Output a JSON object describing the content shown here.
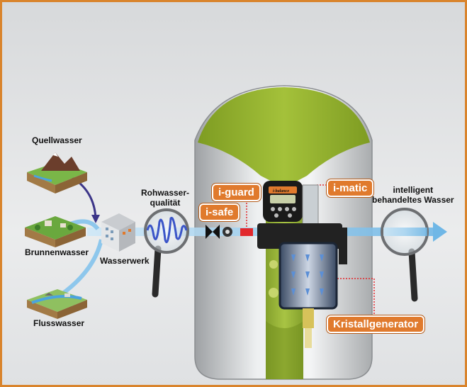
{
  "labels": {
    "spring_water": "Quellwasser",
    "well_water": "Brunnenwasser",
    "river_water": "Flusswasser",
    "waterworks": "Wasserwerk",
    "raw_quality": "Rohwasser-\nqualität",
    "treated": "intelligent\nbehandeltes Wasser"
  },
  "tags": {
    "guard": "i-guard",
    "safe": "i-safe",
    "matic": "i-matic",
    "crystal": "Kristallgenerator"
  },
  "device": {
    "display_brand": "i-balance"
  },
  "colors": {
    "accent": "#e07a2d",
    "green": "#8fae2a",
    "frame": "#d9842c",
    "flow": "#8ec7ec"
  }
}
